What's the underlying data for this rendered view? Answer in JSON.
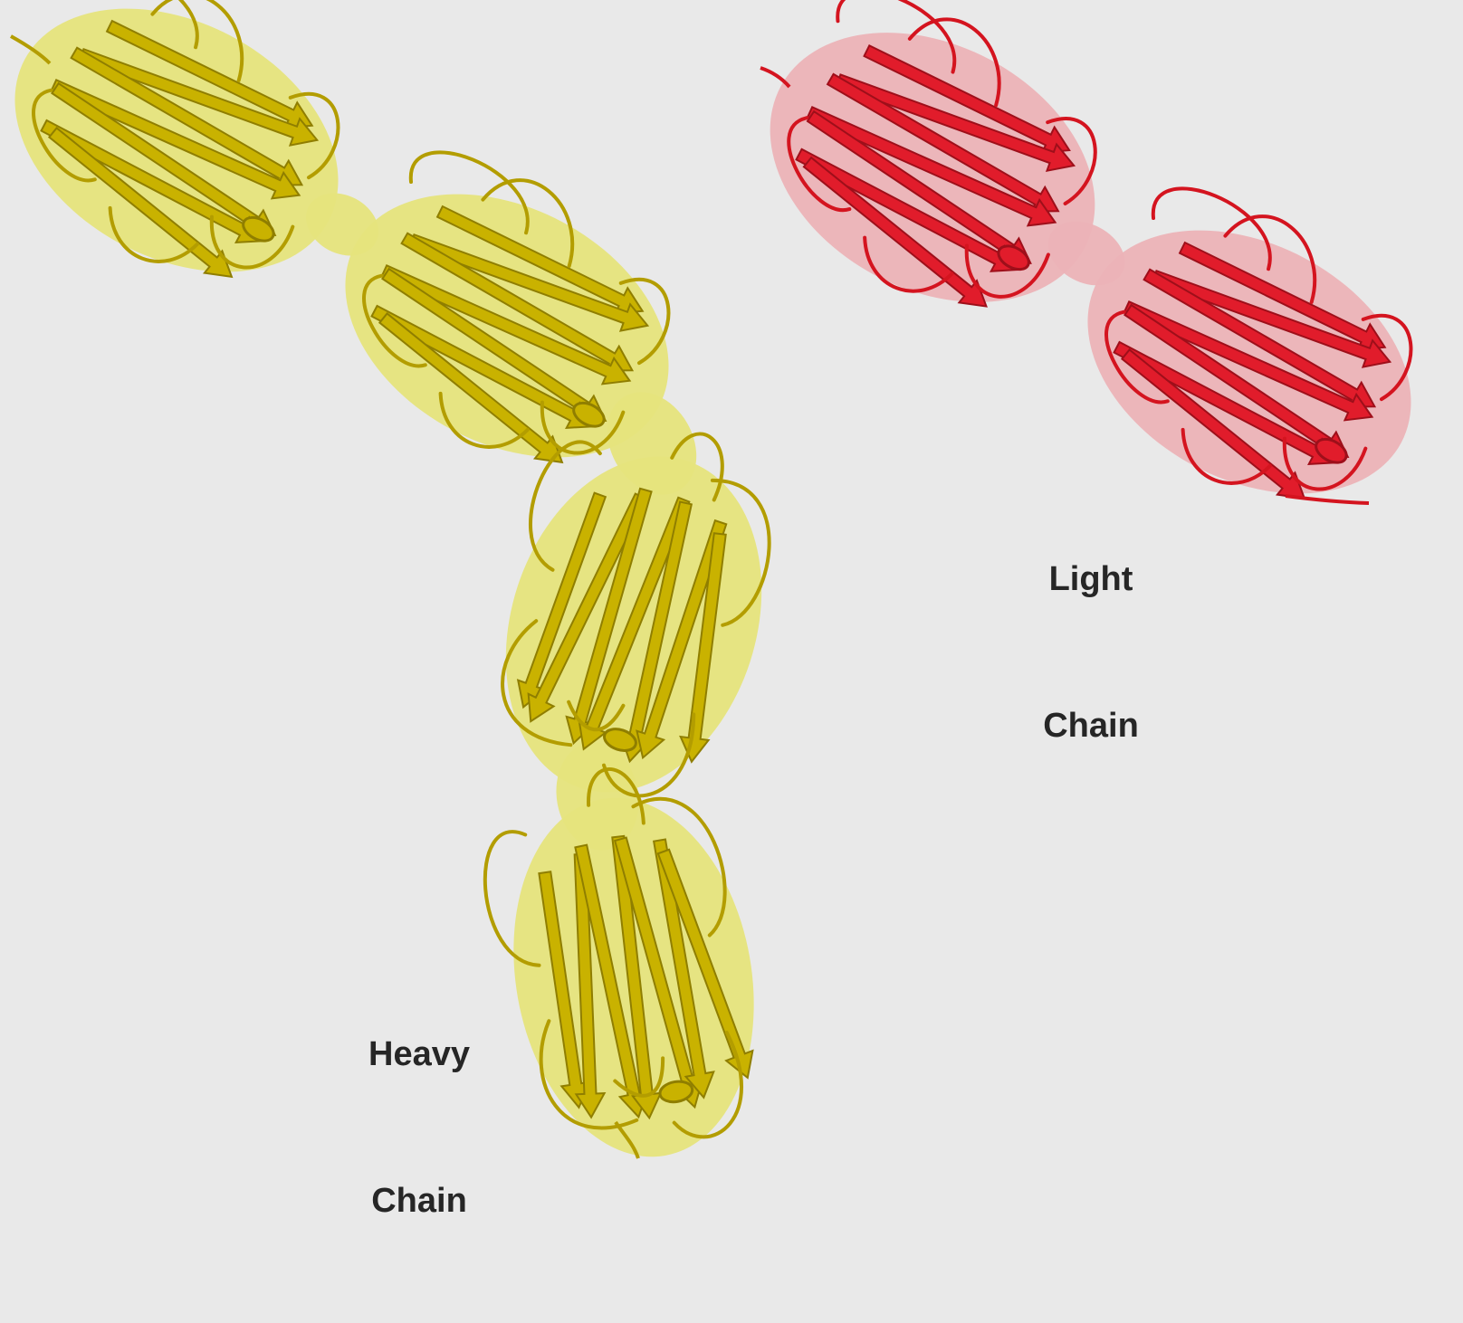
{
  "heavy_chain": {
    "label_line1": "Heavy",
    "label_line2": "Chain",
    "domain_count": 4,
    "halo_color": "#e6e47c",
    "strand_color": "#c9b200",
    "strand_shadow_color": "#8f7e00",
    "loop_color": "#b39d00"
  },
  "light_chain": {
    "label_line1": "Light",
    "label_line2": "Chain",
    "domain_count": 2,
    "halo_color": "#ecb3b7",
    "strand_color": "#e11c2b",
    "strand_shadow_color": "#9e0f1a",
    "loop_color": "#d4141f"
  },
  "background_color": "#e9e9e9"
}
